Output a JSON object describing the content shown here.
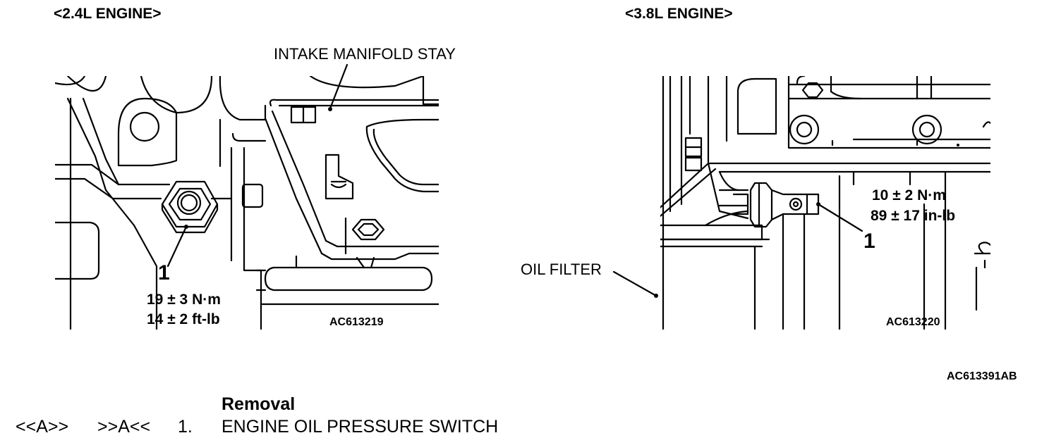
{
  "figure_left": {
    "header": "<2.4L ENGINE>",
    "label_intake_stay": "INTAKE MANIFOLD STAY",
    "callout_number": "1",
    "torque_nm": "19 ± 3 N·m",
    "torque_imperial": "14 ± 2 ft-lb",
    "figure_code": "AC613219"
  },
  "figure_right": {
    "header": "<3.8L ENGINE>",
    "label_oil_filter": "OIL FILTER",
    "callout_number": "1",
    "torque_nm": "10 ± 2 N·m",
    "torque_imperial": "89 ± 17 in-lb",
    "figure_code": "AC613220"
  },
  "overall_code": "AC613391AB",
  "legend": {
    "heading": "Removal",
    "item": {
      "install_marker": "<<A>>",
      "removal_marker": ">>A<<",
      "number": "1.",
      "name": "ENGINE OIL PRESSURE SWITCH"
    }
  }
}
